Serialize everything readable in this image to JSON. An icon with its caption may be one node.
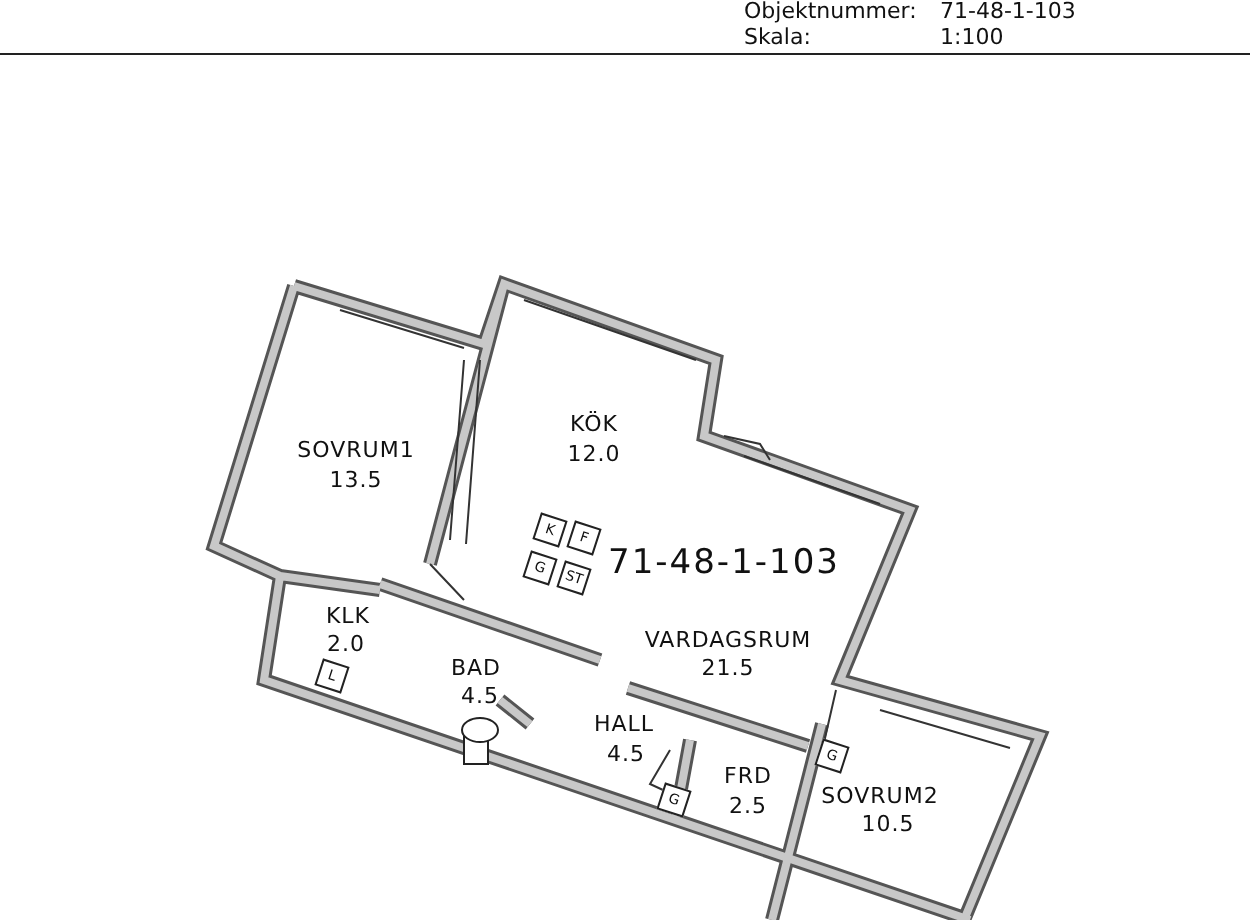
{
  "diagram": {
    "nodes": [
      {
        "text": [
          "K"
        ]
      },
      {
        "text": [
          "F"
        ]
      },
      {
        "text": [
          "G"
        ]
      },
      {
        "text": [
          "ST"
        ]
      },
      {
        "text": [
          "L"
        ]
      },
      {
        "text": [
          "G"
        ]
      },
      {
        "text": [
          "G"
        ]
      }
    ],
    "labels": [
      "Objektnummer:",
      "71-48-1-103",
      "Skala:",
      "1:100",
      "KÖK",
      "12.0",
      "SOVRUM1",
      "13.5",
      "71-48-1-103",
      "KLK",
      "2.0",
      "VARDAGSRUM",
      "21.5",
      "BAD",
      "4.5",
      "HALL",
      "4.5",
      "FRD",
      "2.5",
      "SOVRUM2",
      "10.5"
    ]
  }
}
